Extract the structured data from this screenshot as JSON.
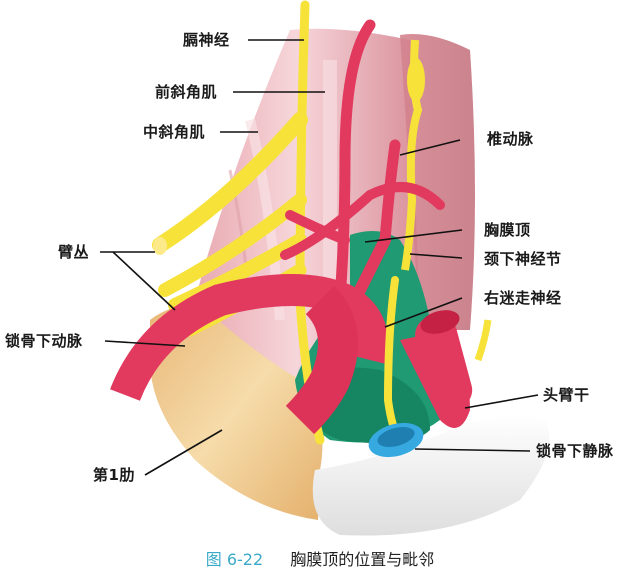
{
  "figure": {
    "caption_number": "图 6-22",
    "caption_title": "胸膜顶的位置与毗邻"
  },
  "labels": {
    "phrenic_nerve": "膈神经",
    "anterior_scalene": "前斜角肌",
    "middle_scalene": "中斜角肌",
    "vertebral_artery": "椎动脉",
    "brachial_plexus": "臂丛",
    "cupula_of_pleura": "胸膜顶",
    "inferior_cervical_ganglion": "颈下神经节",
    "right_vagus_nerve": "右迷走神经",
    "subclavian_artery": "锁骨下动脉",
    "brachiocephalic_trunk": "头臂干",
    "first_rib": "第1肋",
    "subclavian_vein": "锁骨下静脉"
  },
  "colors": {
    "muscle": "#eab3b8",
    "muscle_dark": "#c9848e",
    "artery": "#e2395e",
    "nerve": "#f7e23a",
    "pleura": "#1f9a72",
    "vein": "#35a9e0",
    "rib": "#f0c98a",
    "clavicle": "#ececec",
    "caption_accent": "#3aa9c9"
  }
}
